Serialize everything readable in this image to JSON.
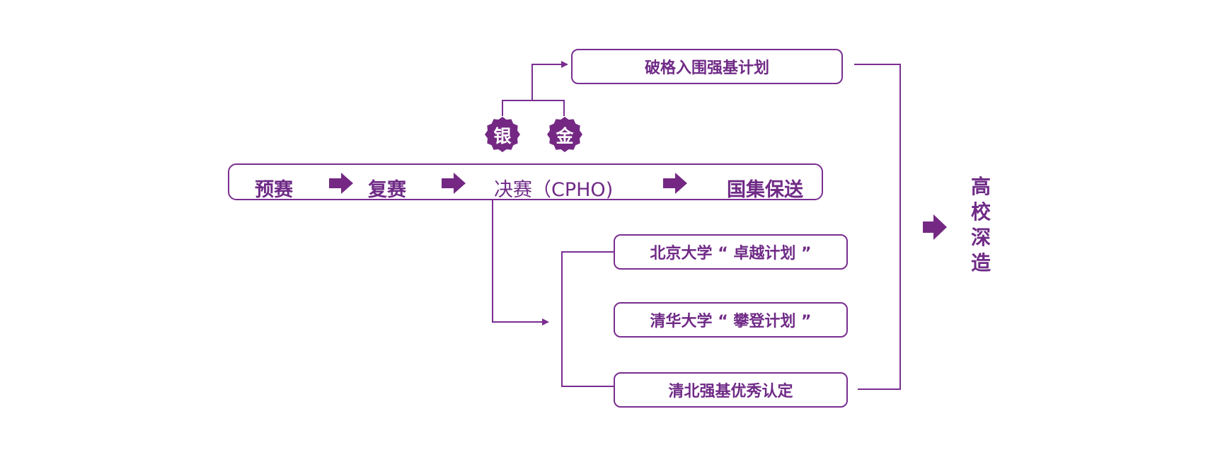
{
  "diagram": {
    "stages": [
      "预赛",
      "复赛",
      "决赛（CPHO)",
      "国集保送"
    ],
    "medals": [
      "银",
      "金"
    ],
    "top_plan": "破格入围强基计划",
    "plans": [
      "北京大学 “ 卓越计划 ”",
      "清华大学 “ 攀登计划 ”",
      "清北强基优秀认定"
    ],
    "outcome": "高校深造"
  },
  "colors": {
    "accent": "#7a2e90",
    "text": "#6f2a86",
    "medal_fill": "#742883"
  },
  "icons": {
    "stage_arrow": "right-arrow-icon",
    "outcome_arrow": "right-arrow-icon",
    "medal_badge": "starburst-badge-icon"
  }
}
